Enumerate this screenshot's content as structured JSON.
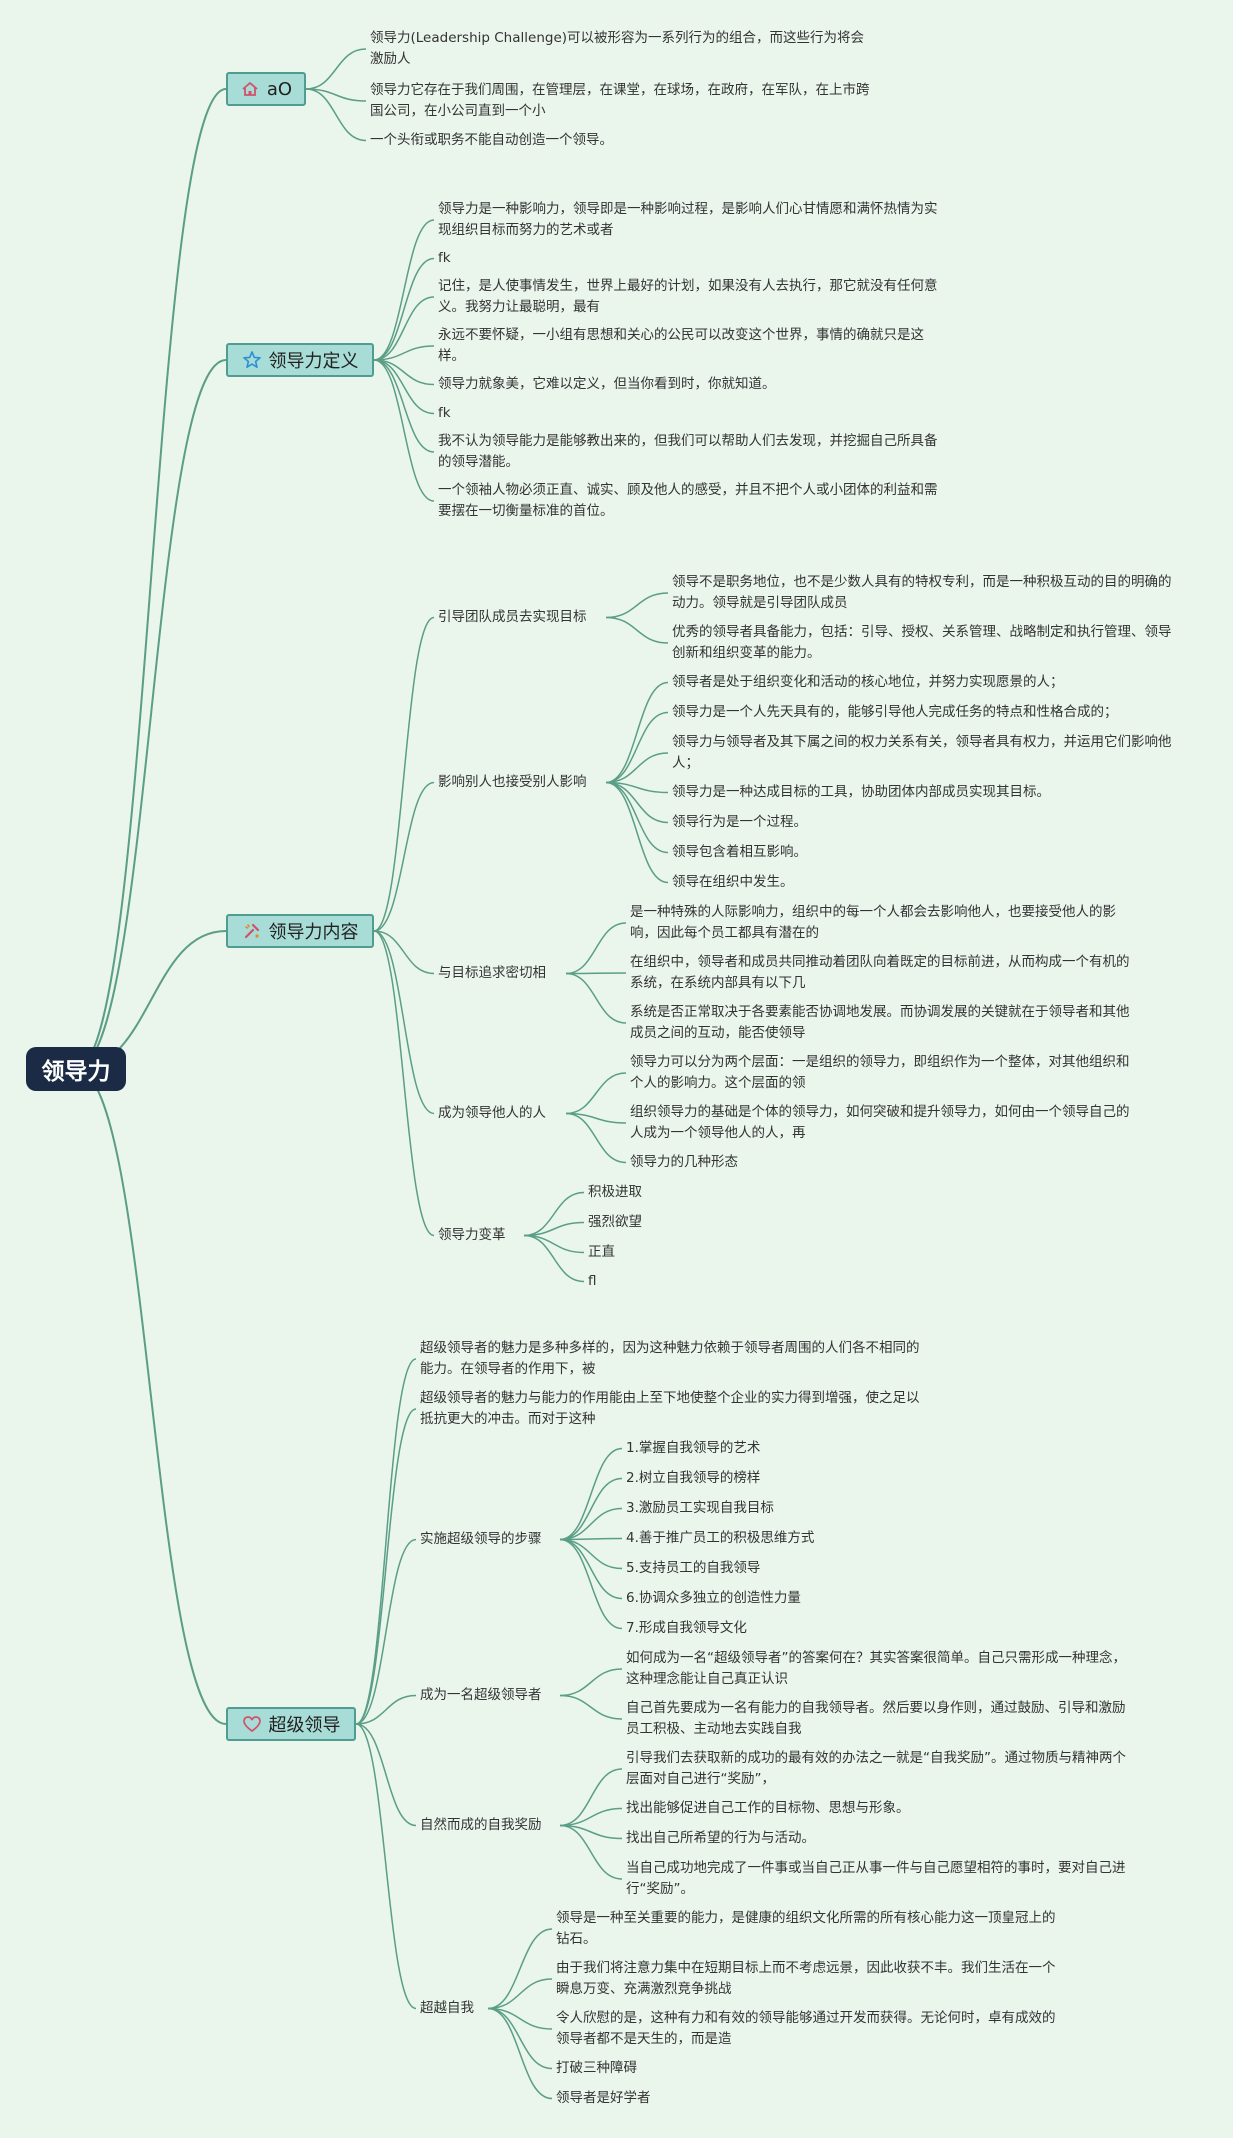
{
  "colors": {
    "background": "#eaf5ec",
    "line": "#5a9e86",
    "node_fill": "#a8dcd6",
    "node_border": "#4f9d90",
    "root_fill": "#1b2b45"
  },
  "root": "领导力",
  "sections": [
    {
      "label": "aO",
      "icon": "home-icon",
      "children": [
        "领导力(Leadership Challenge)可以被形容为一系列行为的组合，而这些行为将会激励人",
        "领导力它存在于我们周围，在管理层，在课堂，在球场，在政府，在军队，在上市跨国公司，在小公司直到一个小",
        "一个头衔或职务不能自动创造一个领导。"
      ]
    },
    {
      "label": "领导力定义",
      "icon": "star-icon",
      "children": [
        "领导力是一种影响力，领导即是一种影响过程，是影响人们心甘情愿和满怀热情为实现组织目标而努力的艺术或者",
        "fk",
        "记住，是人使事情发生，世界上最好的计划，如果没有人去执行，那它就没有任何意义。我努力让最聪明，最有",
        "永远不要怀疑，一小组有思想和关心的公民可以改变这个世界，事情的确就只是这样。",
        "领导力就象美，它难以定义，但当你看到时，你就知道。",
        "fk",
        "我不认为领导能力是能够教出来的，但我们可以帮助人们去发现，并挖掘自己所具备的领导潜能。",
        "一个领袖人物必须正直、诚实、顾及他人的感受，并且不把个人或小团体的利益和需要摆在一切衡量标准的首位。"
      ]
    },
    {
      "label": "领导力内容",
      "icon": "tools-icon",
      "children": [
        {
          "label": "引导团队成员去实现目标",
          "children": [
            "领导不是职务地位，也不是少数人具有的特权专利，而是一种积极互动的目的明确的动力。领导就是引导团队成员",
            "优秀的领导者具备能力，包括：引导、授权、关系管理、战略制定和执行管理、领导创新和组织变革的能力。"
          ]
        },
        {
          "label": "影响别人也接受别人影响",
          "children": [
            "领导者是处于组织变化和活动的核心地位，并努力实现愿景的人；",
            "领导力是一个人先天具有的，能够引导他人完成任务的特点和性格合成的；",
            "领导力与领导者及其下属之间的权力关系有关，领导者具有权力，并运用它们影响他人；",
            "领导力是一种达成目标的工具，协助团体内部成员实现其目标。",
            "领导行为是一个过程。",
            "领导包含着相互影响。",
            "领导在组织中发生。"
          ]
        },
        {
          "label": "与目标追求密切相",
          "children": [
            "是一种特殊的人际影响力，组织中的每一个人都会去影响他人，也要接受他人的影响，因此每个员工都具有潜在的",
            "在组织中，领导者和成员共同推动着团队向着既定的目标前进，从而构成一个有机的系统，在系统内部具有以下几",
            "系统是否正常取决于各要素能否协调地发展。而协调发展的关键就在于领导者和其他成员之间的互动，能否使领导"
          ]
        },
        {
          "label": "成为领导他人的人",
          "children": [
            "领导力可以分为两个层面：一是组织的领导力，即组织作为一个整体，对其他组织和个人的影响力。这个层面的领",
            "组织领导力的基础是个体的领导力，如何突破和提升领导力，如何由一个领导自己的人成为一个领导他人的人，再",
            "领导力的几种形态"
          ]
        },
        {
          "label": "领导力变革",
          "children": [
            "积极进取",
            "强烈欲望",
            "正直",
            "fl"
          ]
        }
      ]
    },
    {
      "label": "超级领导",
      "icon": "heart-icon",
      "children": [
        "超级领导者的魅力是多种多样的，因为这种魅力依赖于领导者周围的人们各不相同的能力。在领导者的作用下，被",
        "超级领导者的魅力与能力的作用能由上至下地使整个企业的实力得到增强，使之足以抵抗更大的冲击。而对于这种",
        {
          "label": "实施超级领导的步骤",
          "children": [
            "1.掌握自我领导的艺术",
            "2.树立自我领导的榜样",
            "3.激励员工实现自我目标",
            "4.善于推广员工的积极思维方式",
            "5.支持员工的自我领导",
            "6.协调众多独立的创造性力量",
            "7.形成自我领导文化"
          ]
        },
        {
          "label": "成为一名超级领导者",
          "children": [
            "如何成为一名“超级领导者”的答案何在？其实答案很简单。自己只需形成一种理念，这种理念能让自己真正认识",
            "自己首先要成为一名有能力的自我领导者。然后要以身作则，通过鼓励、引导和激励员工积极、主动地去实践自我"
          ]
        },
        {
          "label": "自然而成的自我奖励",
          "children": [
            "引导我们去获取新的成功的最有效的办法之一就是“自我奖励”。通过物质与精神两个层面对自己进行“奖励”，",
            "找出能够促进自己工作的目标物、思想与形象。",
            "找出自己所希望的行为与活动。",
            "当自己成功地完成了一件事或当自己正从事一件与自己愿望相符的事时，要对自己进行“奖励”。"
          ]
        },
        {
          "label": "超越自我",
          "children": [
            "领导是一种至关重要的能力，是健康的组织文化所需的所有核心能力这一顶皇冠上的钻石。",
            "由于我们将注意力集中在短期目标上而不考虑远景，因此收获不丰。我们生活在一个瞬息万变、充满激烈竞争挑战",
            "令人欣慰的是，这种有力和有效的领导能够通过开发而获得。无论何时，卓有成效的领导者都不是天生的，而是造",
            "打破三种障碍",
            "领导者是好学者"
          ]
        }
      ]
    }
  ]
}
